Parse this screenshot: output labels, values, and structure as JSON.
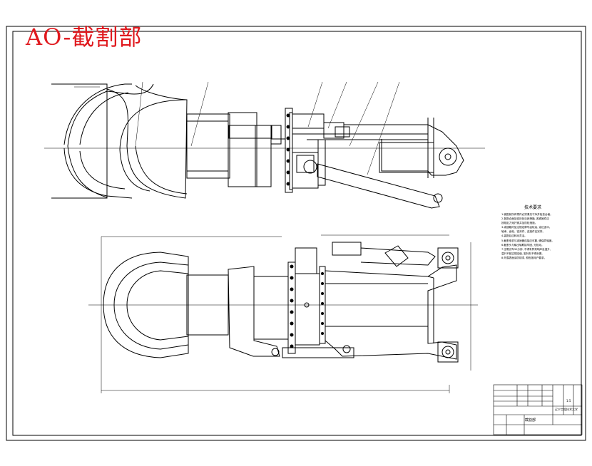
{
  "stamp": {
    "title": "AO-截割部"
  },
  "tech_notes": {
    "title": "技术要求",
    "lines": [
      "1.装配前所有零件必须清洗干净并检查合格。",
      "2.各配合面及密封处涂润滑脂, 各紧固件应",
      "  按规定力矩拧紧并加防松措施。",
      "3.减速箱内加注规定牌号齿轮油, 油位适中。",
      "  轴承、齿轮、密封件、连接件应完好。",
      "4.装配后应转动灵活。",
      "5.截割电机与减速器连接应可靠, 确保同轴度。",
      "6.截割头与输出轴联接牢固, 无松动。",
      "7.空载试车30分钟, 不得有异常响声及温升,",
      "  温升不超过规定值, 密封处不得渗漏。",
      "8.外露表面涂防锈漆, 颜色按用户要求。"
    ]
  },
  "title_block": {
    "drawing_name": "截割部",
    "school": "辽宁工程技术大学",
    "scale": "1:5"
  },
  "colors": {
    "stamp": "#e0191e",
    "lines": "#000000"
  }
}
